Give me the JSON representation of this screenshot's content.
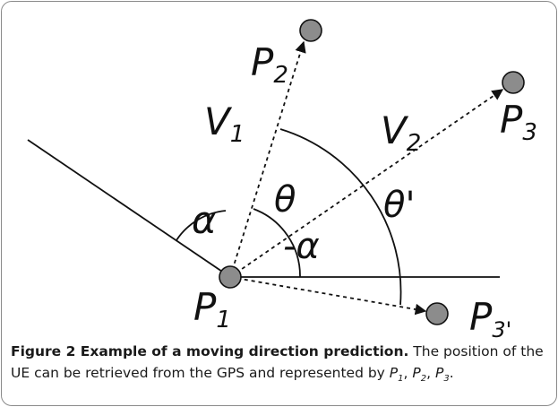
{
  "diagram": {
    "labels": {
      "p1": "P",
      "p1_sub": "1",
      "p2": "P",
      "p2_sub": "2",
      "p3": "P",
      "p3_sub": "3",
      "p3p": "P",
      "p3p_sub": "3'",
      "v1": "V",
      "v1_sub": "1",
      "v2": "V",
      "v2_sub": "2",
      "alpha": "α",
      "theta": "θ",
      "neg_alpha": "-α",
      "theta_prime": "θ'"
    },
    "colors": {
      "point_fill": "#8c8c8c",
      "line": "#111111"
    }
  },
  "caption": {
    "title": "Figure 2 Example of a moving direction prediction.",
    "text_a": " The position of the UE can be retrieved from the GPS and represented by ",
    "p": "P",
    "s1": "1",
    "s2": "2",
    "s3": "3",
    "comma": ", ",
    "end": "."
  }
}
